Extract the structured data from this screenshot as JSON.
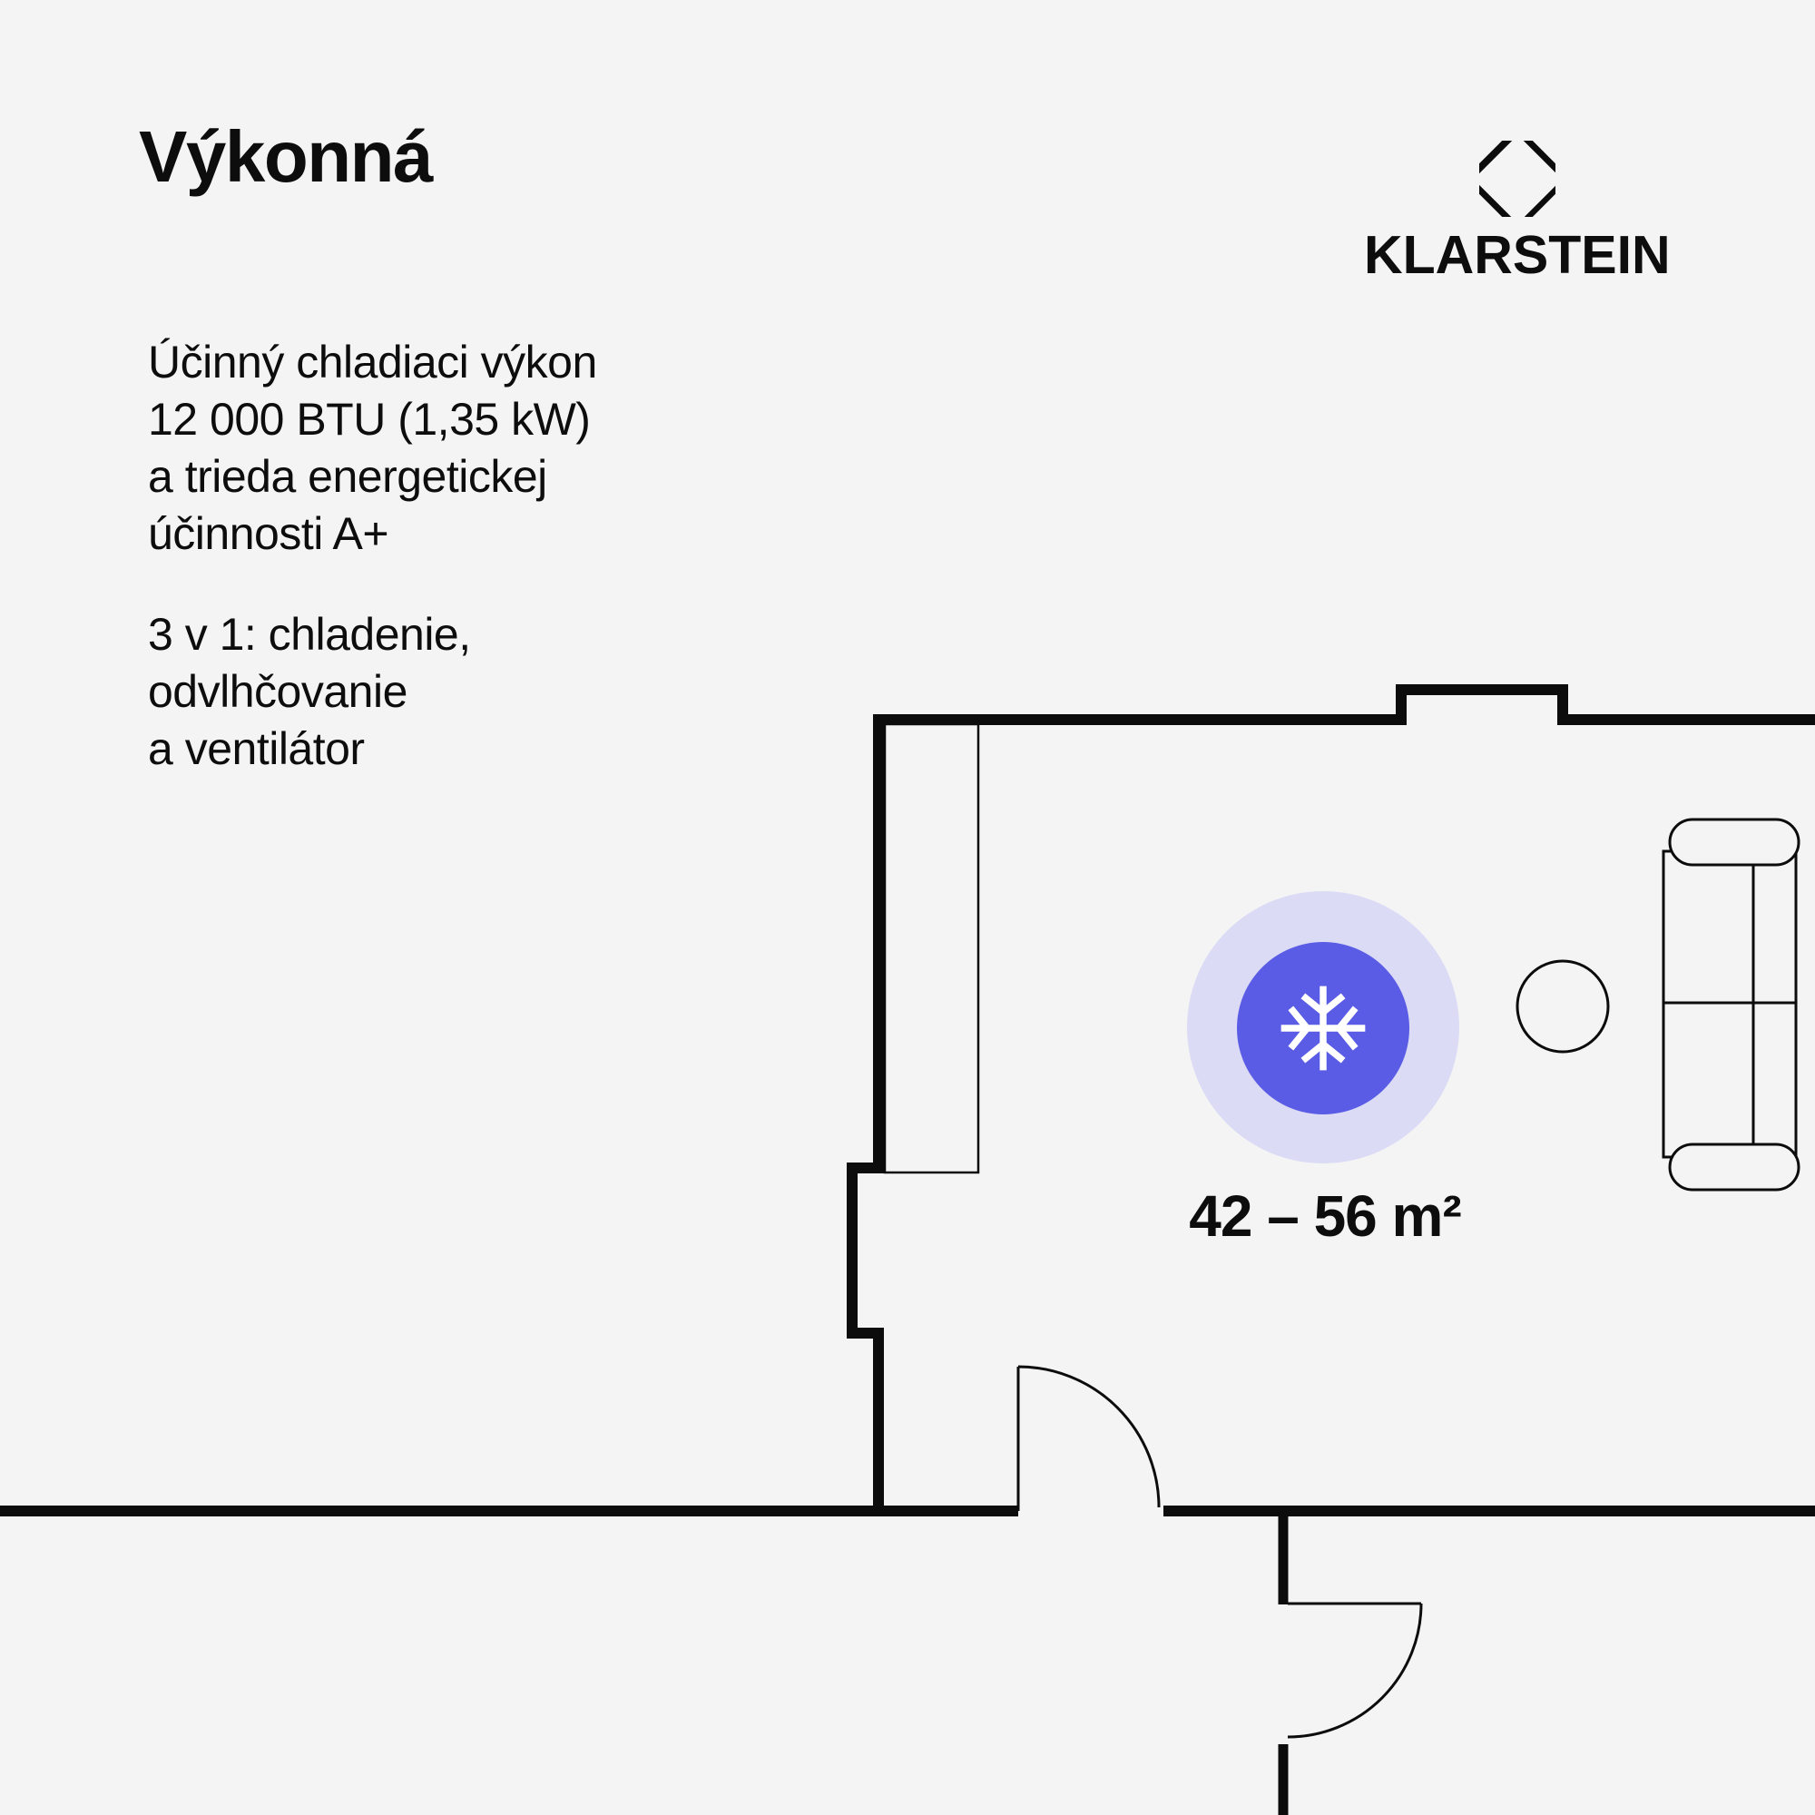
{
  "page": {
    "background_color": "#f4f4f5",
    "text_color": "#0d0d0d"
  },
  "header": {
    "title": "Výkonná"
  },
  "description": {
    "lines": [
      "Účinný chladiaci výkon",
      "12 000 BTU (1,35 kW)",
      "a trieda energetickej",
      "účinnosti A+"
    ]
  },
  "features": {
    "lines": [
      "3 v 1: chladenie,",
      "odvlhčovanie",
      "a ventilátor"
    ]
  },
  "brand": {
    "name": "KLARSTEIN",
    "logo_icon": "klarstein-diamond-icon",
    "logo_color": "#0c0c0c"
  },
  "floorplan": {
    "area_label": "42 – 56 m²",
    "marker_icon": "snowflake-icon",
    "marker_color": "#5a5ce5",
    "marker_halo_color": "#dbdbf5",
    "snowflake_color": "#ffffff",
    "wall_color": "#0c0c0c"
  }
}
